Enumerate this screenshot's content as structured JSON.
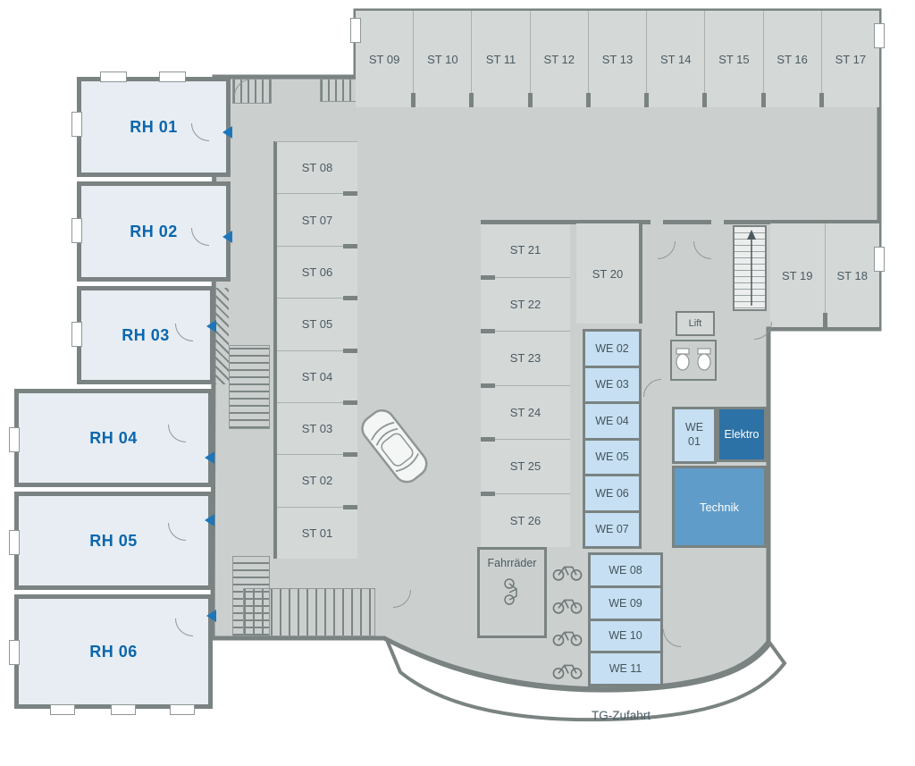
{
  "plan": {
    "rh_units": [
      "RH 01",
      "RH 02",
      "RH 03",
      "RH 04",
      "RH 05",
      "RH 06"
    ],
    "top_stalls": [
      "ST 09",
      "ST 10",
      "ST 11",
      "ST 12",
      "ST 13",
      "ST 14",
      "ST 15",
      "ST 16",
      "ST 17"
    ],
    "left_stalls": [
      "ST 08",
      "ST 07",
      "ST 06",
      "ST 05",
      "ST 04",
      "ST 03",
      "ST 02",
      "ST 01"
    ],
    "mid_stalls": [
      "ST 21",
      "ST 22",
      "ST 23",
      "ST 24",
      "ST 25",
      "ST 26"
    ],
    "stall_20": "ST 20",
    "stall_19": "ST 19",
    "stall_18": "ST 18",
    "we_upper": [
      "WE 02",
      "WE 03",
      "WE 04",
      "WE 05",
      "WE 06",
      "WE 07"
    ],
    "we_lower": [
      "WE 08",
      "WE 09",
      "WE 10",
      "WE 11"
    ],
    "rooms": {
      "we_01": "WE 01",
      "elektro": "Elektro",
      "technik": "Technik",
      "lift": "Lift"
    },
    "areas": {
      "fahrraeder": "Fahrräder",
      "tg_zufahrt": "TG-Zufahrt"
    }
  },
  "icons": {
    "car": "car-top-view-icon",
    "staircase": "staircase-icon",
    "exit_stairs": "stairs-icon",
    "bicycle": "bicycle-icon",
    "toilet": "toilet-icon",
    "door_swing": "door-arc-icon",
    "door_marker": "door-triangle-icon",
    "up_arrow": "up-arrow-icon"
  },
  "colors": {
    "floor": "#cbd0cf",
    "stall_fill": "#d4d8d7",
    "wall": "#7a8382",
    "rh_fill": "#e7edf2",
    "rh_label": "#0a66ad",
    "we_fill": "#c6dff2",
    "elektro_fill": "#2d72a6",
    "technik_fill": "#5f9cc9",
    "label_text": "#4b5a61",
    "door_triangle": "#1d76ba"
  }
}
